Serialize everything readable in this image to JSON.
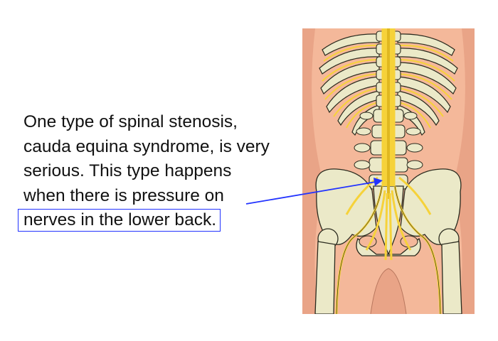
{
  "caption": {
    "lines": [
      "One type of spinal stenosis,",
      "cauda equina syndrome, is very",
      "serious. This type happens",
      "when there is pressure on"
    ],
    "highlighted_line": "nerves in the lower back."
  },
  "colors": {
    "skin": "#f4b89a",
    "bone": "#ebe9c8",
    "nerve": "#f6d23a",
    "outline": "#2a2a1e",
    "highlight_box": "#2233ff"
  }
}
